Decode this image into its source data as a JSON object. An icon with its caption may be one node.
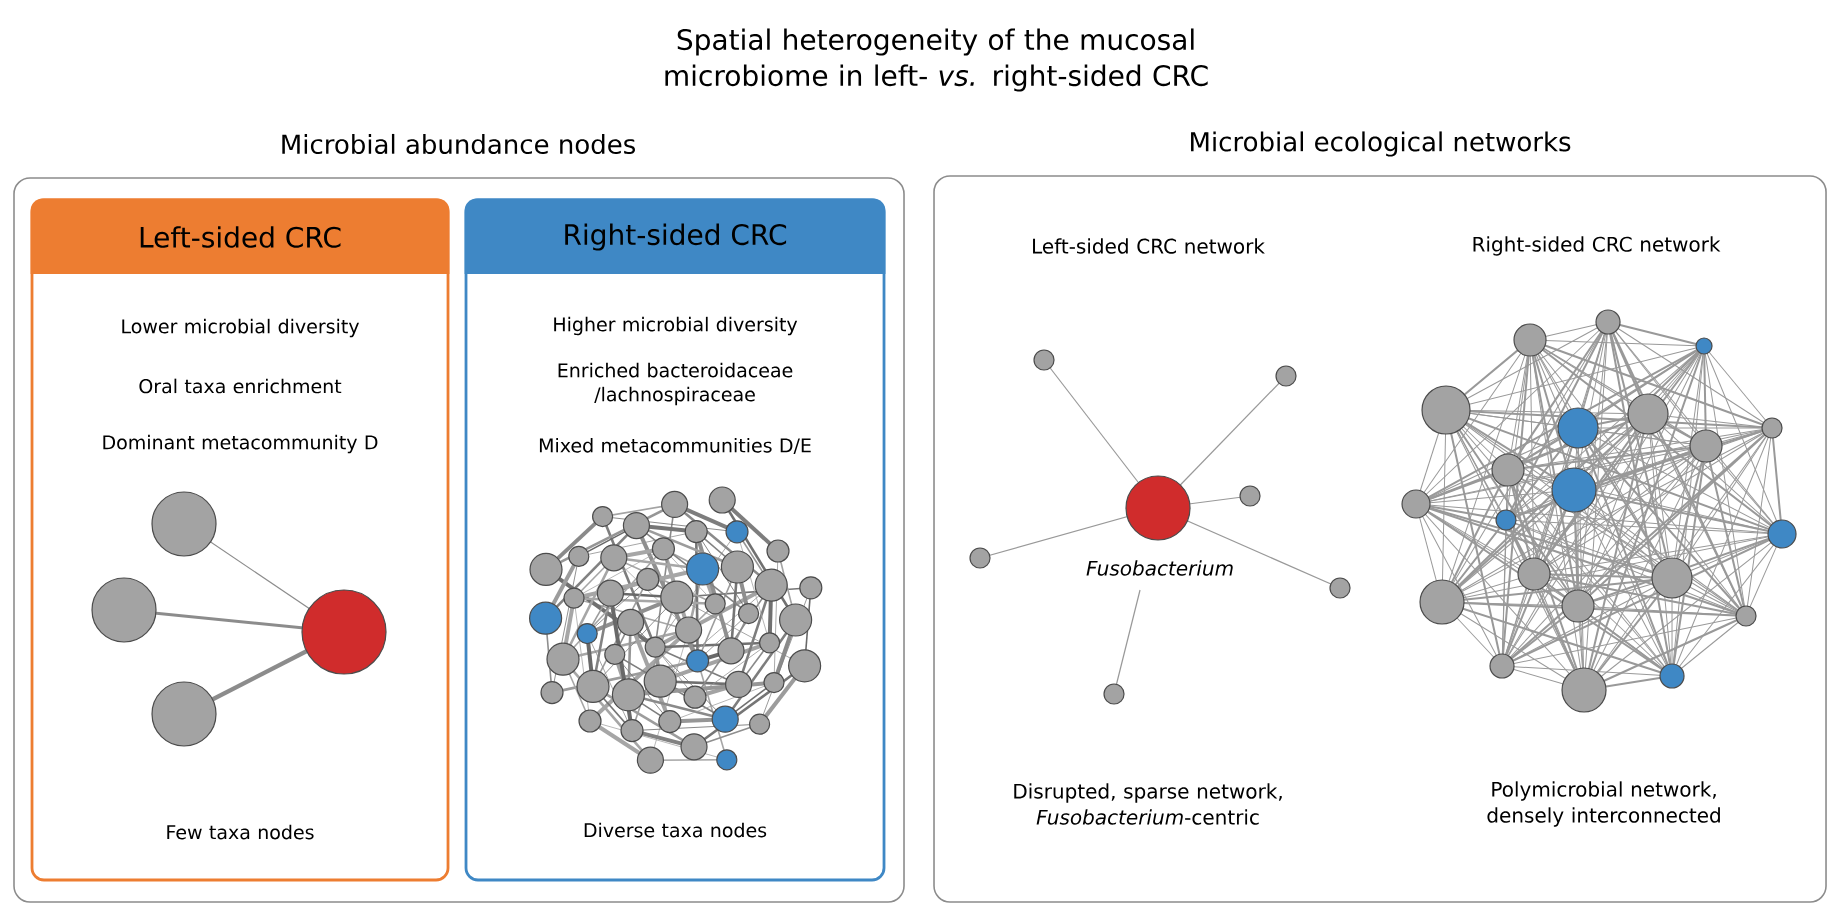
{
  "diagram": {
    "title": "Spatial heterogeneity of the mucosal microbiome in left- *vs.* right-sided CRC",
    "nodes": [
      {
        "text": [
          "Microbial abundance nodes"
        ]
      },
      {
        "text": [
          "Lower microbial diversity",
          "Oral taxa enrichment",
          "Dominant metacommunity D",
          "Few taxa nodes"
        ],
        "in": 0
      },
      {
        "text": [
          "Left-sided CRC"
        ],
        "in": 1
      },
      {
        "text": [
          "Higher microbial diversity",
          "Enriched bacteroidaceae /lachnospiraceae",
          "Mixed metacommunities D/E",
          "Diverse taxa nodes"
        ],
        "in": 0
      },
      {
        "text": [
          "Right-sided CRC"
        ],
        "in": 3
      },
      {
        "text": [
          "Microbial ecological networks",
          "Left-sided CRC network",
          "Right-sided CRC network",
          "Disrupted, sparse network, *Fusobacterium*-centric",
          "Polymicrobial network, densely interconnected"
        ]
      }
    ],
    "labels": [
      "Fusobacterium"
    ]
  }
}
